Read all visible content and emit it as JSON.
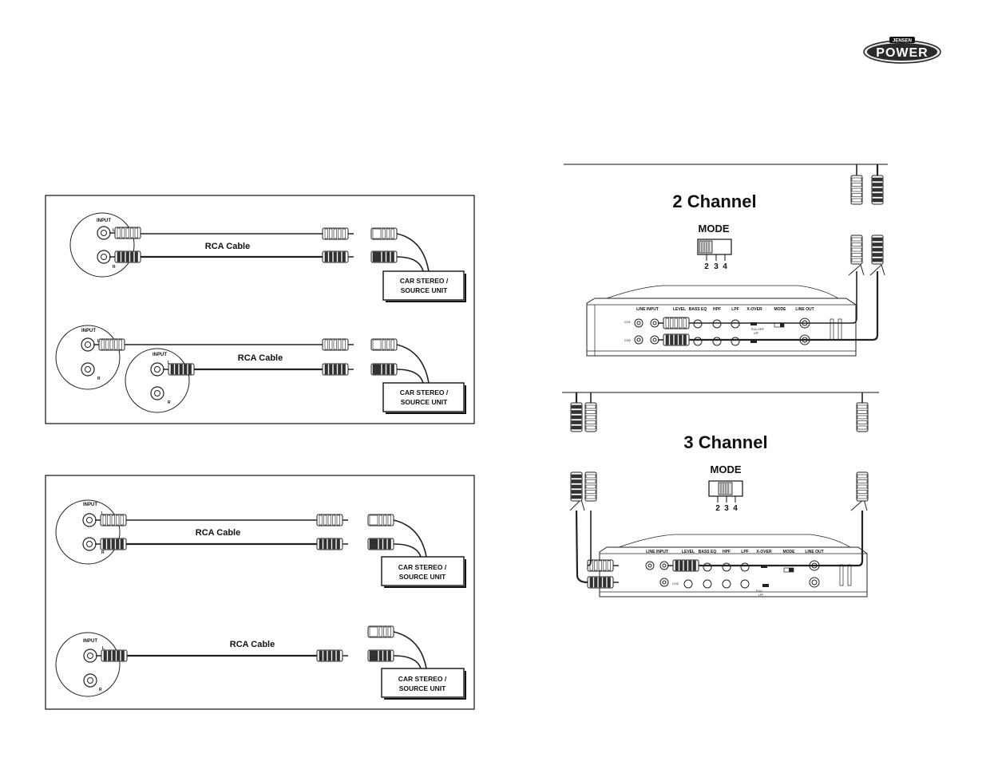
{
  "logo": {
    "brand_small": "JENSEN",
    "brand_large": "POWER"
  },
  "left_panels": {
    "rca_cable_label": "RCA Cable",
    "input_label": "INPUT",
    "left_marker": "L",
    "right_marker": "R",
    "source_unit_line1": "CAR STEREO /",
    "source_unit_line2": "SOURCE UNIT"
  },
  "two_channel": {
    "title": "2 Channel",
    "mode_label": "MODE",
    "mode_positions": [
      "2",
      "3",
      "4"
    ]
  },
  "three_channel": {
    "title": "3 Channel",
    "mode_label": "MODE",
    "mode_positions": [
      "2",
      "3",
      "4"
    ]
  },
  "amplifier_panel": {
    "labels": [
      "LINE INPUT",
      "LEVEL",
      "BASS EQ",
      "HPF",
      "LPF",
      "X-OVER",
      "MODE",
      "LINE OUT"
    ],
    "ch1": "CH1",
    "ch2": "CH2",
    "xover_options": [
      "FULL",
      "HPF",
      "LPF"
    ]
  },
  "colors": {
    "line": "#111111",
    "plug_dark": "#333333",
    "logo_band": "#2a2a2a"
  }
}
